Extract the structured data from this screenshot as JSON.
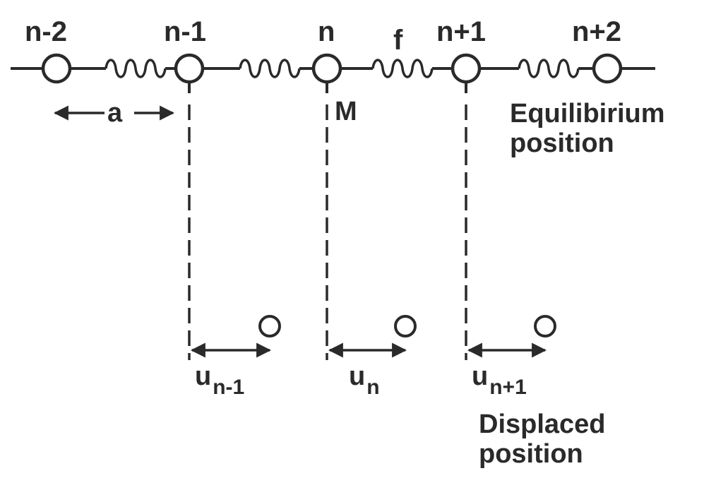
{
  "atoms": [
    {
      "label": "n-2"
    },
    {
      "label": "n-1"
    },
    {
      "label": "n"
    },
    {
      "label": "n+1"
    },
    {
      "label": "n+2"
    }
  ],
  "spring_label": "f",
  "mass_label": "M",
  "spacing_label": "a",
  "equilibrium_label": {
    "line1": "Equilibirium",
    "line2": "position"
  },
  "displaced_label": {
    "line1": "Displaced",
    "line2": "position"
  },
  "displacements": [
    {
      "base": "u",
      "subscript": "n-1"
    },
    {
      "base": "u",
      "subscript": "n"
    },
    {
      "base": "u",
      "subscript": "n+1"
    }
  ],
  "colors": {
    "ink": "#2a2a2a",
    "background": "#ffffff"
  }
}
